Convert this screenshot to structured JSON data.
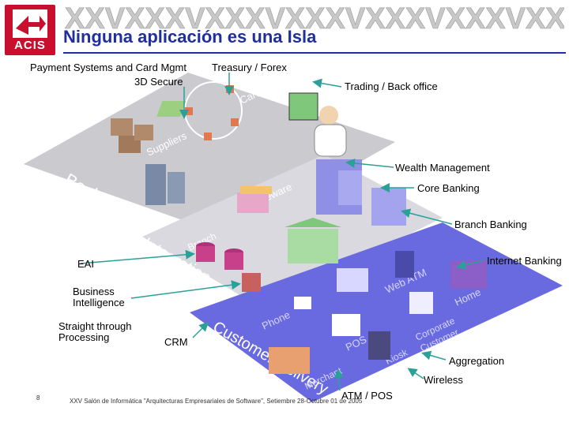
{
  "header": {
    "logo_text": "ACIS",
    "banner_text": "XXVXXXVXXXVXXXVXXXVXXXVXXXV",
    "title": "Ninguna aplicación es una Isla"
  },
  "labels": {
    "payment": "Payment Systems and Card Mgmt",
    "treasury": "Treasury / Forex",
    "secure3d": "3D Secure",
    "trading": "Trading / Back office",
    "wealth": "Wealth Management",
    "core": "Core Banking",
    "branch": "Branch Banking",
    "eai": "EAI",
    "bi": "Business Intelligence",
    "stp": "Straight through Processing",
    "internet": "Internet Banking",
    "crm": "CRM",
    "aggregation": "Aggregation",
    "wireless": "Wireless",
    "atm_pos": "ATM / POS"
  },
  "layers": {
    "backend": "Back-end",
    "integration": "Integration",
    "customer": "Customer Delivery"
  },
  "faint_terms": {
    "suppliers": "Suppliers",
    "card": "Card",
    "middleware": "Middleware",
    "branch": "Branch",
    "web_atm": "Web ATM",
    "home": "Home",
    "phone": "Phone",
    "pos": "POS",
    "kiosk": "Kiosk",
    "corporate": "Corporate",
    "customer": "Customer",
    "merchant": "Merchant"
  },
  "footer": {
    "page": "8",
    "text": "XXV Salón de Informática \"Arquitecturas Empresariales de Software\", Setiembre 28-Octubre 01 de 2005"
  },
  "colors": {
    "title": "#1f2f9e",
    "logo": "#c8102e",
    "backend_layer": "#c9c9cf",
    "integration_layer": "#dcdce2",
    "customer_layer": "#6a6ae0",
    "arrow": "#2aa198"
  }
}
